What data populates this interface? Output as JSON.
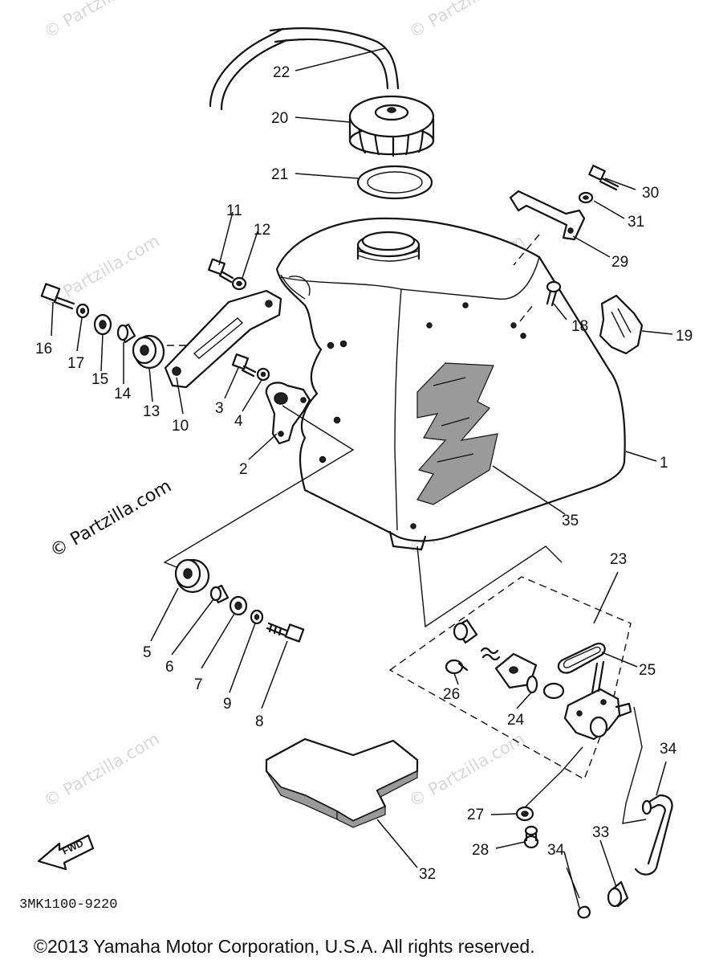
{
  "callouts": {
    "c1": "1",
    "c2": "2",
    "c3": "3",
    "c4": "4",
    "c5": "5",
    "c6": "6",
    "c7": "7",
    "c8": "8",
    "c9": "9",
    "c10": "10",
    "c11": "11",
    "c12": "12",
    "c13": "13",
    "c14": "14",
    "c15": "15",
    "c16": "16",
    "c17": "17",
    "c18": "18",
    "c19": "19",
    "c20": "20",
    "c21": "21",
    "c22": "22",
    "c23": "23",
    "c24": "24",
    "c25": "25",
    "c26": "26",
    "c27": "27",
    "c28": "28",
    "c29": "29",
    "c30": "30",
    "c31": "31",
    "c32": "32",
    "c33": "33",
    "c34a": "34",
    "c34b": "34",
    "c35": "35"
  },
  "direction_label": "FWD",
  "diagram_code": "3MK1100-9220",
  "watermark_text": "© Partzilla.com",
  "watermark_strong": "© Partzilla.com",
  "copyright": "©2013 Yamaha Motor Corporation, U.S.A. All rights reserved."
}
